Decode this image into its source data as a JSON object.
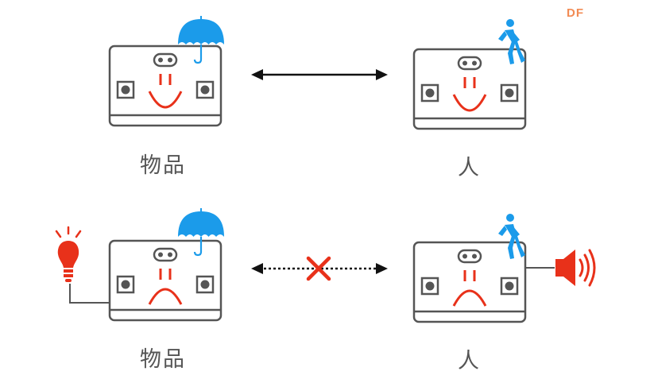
{
  "watermark": {
    "text": "DF",
    "color": "#F28B54"
  },
  "colors": {
    "board_stroke": "#555555",
    "face": "#E8311A",
    "umbrella": "#1B9BEA",
    "person": "#1B9BEA",
    "arrow": "#111111",
    "cross": "#E8311A",
    "bulb": "#E8311A",
    "speaker": "#E8311A"
  },
  "rows": [
    {
      "connection": "solid",
      "left": {
        "label": "物品",
        "mood": "happy",
        "icon": "umbrella-icon"
      },
      "right": {
        "label": "人",
        "mood": "happy",
        "icon": "person-walking-icon"
      }
    },
    {
      "connection": "blocked",
      "left": {
        "label": "物品",
        "mood": "sad",
        "icon": "umbrella-icon",
        "peripheral": "light-bulb-icon"
      },
      "right": {
        "label": "人",
        "mood": "sad",
        "icon": "person-walking-icon",
        "peripheral": "speaker-icon"
      }
    }
  ]
}
